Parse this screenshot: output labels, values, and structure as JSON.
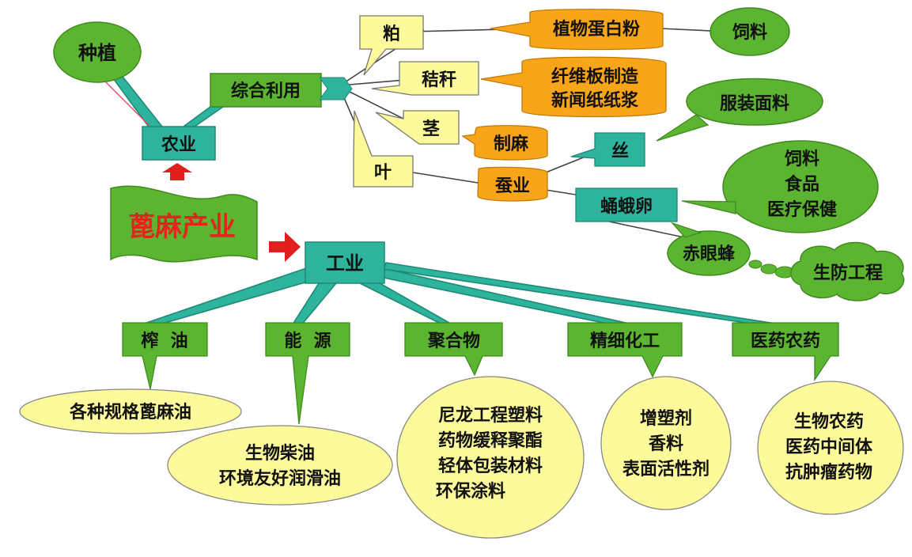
{
  "diagram": {
    "title": "蓖麻产业",
    "agriculture": {
      "planting": "种植",
      "label": "农业",
      "comprehensive_use": "综合利用",
      "seed": "粕",
      "seed_product": "植物蛋白粉",
      "seed_product_use": "饲料",
      "straw": "秸秆",
      "straw_products": [
        "纤维板制造",
        "新闻纸纸浆"
      ],
      "stem": "茎",
      "stem_product": "制麻",
      "leaf": "叶",
      "silkworm": "蚕业",
      "silk": "丝",
      "silk_use": "服装面料",
      "pupa": "蛹蛾卵",
      "pupa_uses": [
        "饲料",
        "食品",
        "医疗保健"
      ],
      "wasp": "赤眼蜂",
      "bio_control": "生防工程"
    },
    "industry": {
      "label": "工业",
      "branches": [
        {
          "label": "榨  油",
          "products": [
            "各种规格蓖麻油"
          ]
        },
        {
          "label": "能  源",
          "products": [
            "生物柴油",
            "环境友好润滑油"
          ]
        },
        {
          "label": "聚合物",
          "products": [
            "尼龙工程塑料",
            "药物缓释聚酯",
            "轻体包装材料",
            "环保涂料"
          ]
        },
        {
          "label": "精细化工",
          "products": [
            "增塑剂",
            "香料",
            "表面活性剂"
          ]
        },
        {
          "label": "医药农药",
          "products": [
            "生物农药",
            "医药中间体",
            "抗肿瘤药物"
          ]
        }
      ]
    },
    "colors": {
      "teal": "#2eb39c",
      "green": "#5cb531",
      "light_yellow": "#fcfa9a",
      "orange": "#f9a51a",
      "title_red": "#e0261d",
      "arrow_red": "#e21f1f"
    }
  }
}
